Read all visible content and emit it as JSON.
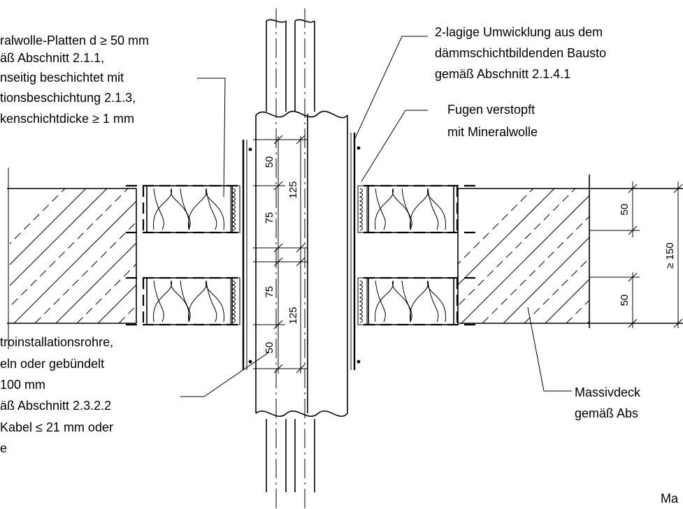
{
  "labels": {
    "mineral_wool": [
      "ralwolle-Platten d ≥ 50 mm",
      "äß Abschnitt 2.1.1,",
      "nseitig beschichtet mit",
      "tionsbeschichtung 2.1.3,",
      "kenschichtdicke ≥ 1 mm"
    ],
    "wrapping": [
      "2-lagige Umwicklung aus dem",
      "dämmschichtbildenden Bausto",
      "gemäß Abschnitt 2.1.4.1"
    ],
    "joints": [
      "Fugen verstopft",
      "mit Mineralwolle"
    ],
    "pipes": [
      "troinstallationsrohre,",
      "eln oder gebündelt",
      "100 mm",
      "äß Abschnitt 2.3.2.2",
      "Kabel ≤ 21 mm oder",
      "e"
    ],
    "slab": [
      "Massivdeck",
      "gemäß Abs"
    ],
    "corner": "Ma"
  },
  "dimensions": {
    "upper_50": "50",
    "upper_125": "125",
    "upper_75": "75",
    "lower_75": "75",
    "lower_125": "125",
    "lower_50": "50",
    "right_top_50": "50",
    "right_bottom_50": "50",
    "right_total": "≥ 150"
  }
}
